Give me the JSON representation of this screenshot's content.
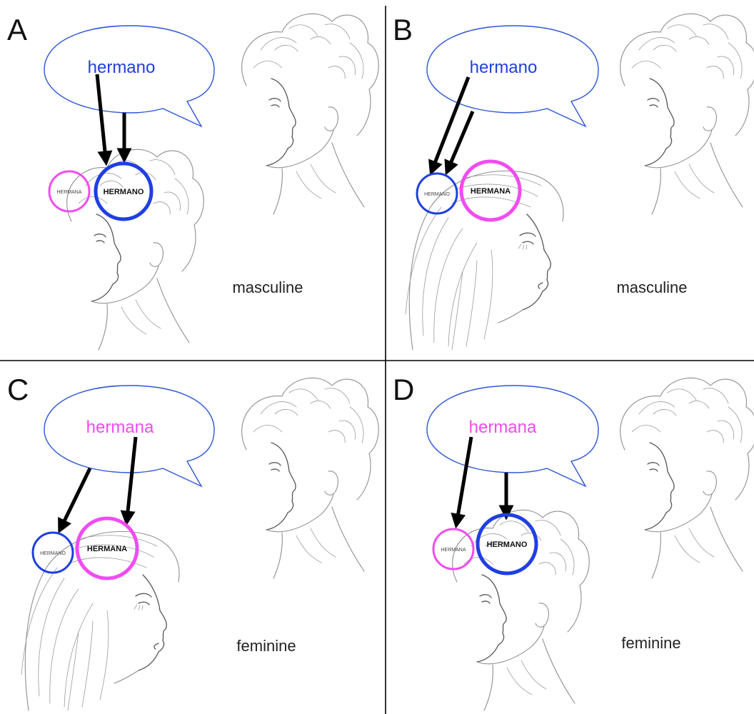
{
  "colors": {
    "masculine": "#1f3fe0",
    "feminine": "#f04cf0",
    "arrow": "#000000",
    "divider": "#000000",
    "bubble_stroke": "#2b55d6"
  },
  "icons": {
    "listener": "sketch-male-profile-icon",
    "hearer_male": "sketch-male-profile-icon",
    "hearer_female": "sketch-female-profile-icon"
  },
  "panels": [
    {
      "letter": "A",
      "spoken_word": "hermano",
      "spoken_color": "masculine",
      "gender_label": "masculine",
      "hearer": "male",
      "small_node": {
        "label": "HERMANA",
        "color": "feminine"
      },
      "big_node": {
        "label": "HERMANO",
        "color": "masculine"
      },
      "arrows": 2
    },
    {
      "letter": "B",
      "spoken_word": "hermano",
      "spoken_color": "masculine",
      "gender_label": "masculine",
      "hearer": "female",
      "small_node": {
        "label": "HERMANO",
        "color": "masculine"
      },
      "big_node": {
        "label": "HERMANA",
        "color": "feminine"
      },
      "arrows": 2
    },
    {
      "letter": "C",
      "spoken_word": "hermana",
      "spoken_color": "feminine",
      "gender_label": "feminine",
      "hearer": "female",
      "small_node": {
        "label": "HERMANO",
        "color": "masculine"
      },
      "big_node": {
        "label": "HERMANA",
        "color": "feminine"
      },
      "arrows": 2
    },
    {
      "letter": "D",
      "spoken_word": "hermana",
      "spoken_color": "feminine",
      "gender_label": "feminine",
      "hearer": "male",
      "small_node": {
        "label": "HERMANA",
        "color": "feminine"
      },
      "big_node": {
        "label": "HERMANO",
        "color": "masculine"
      },
      "arrows": 2
    }
  ]
}
